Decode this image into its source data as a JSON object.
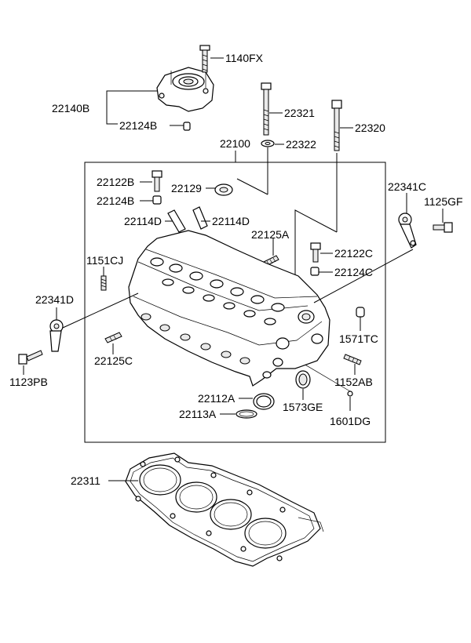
{
  "labels": {
    "p1140FX": "1140FX",
    "p22140B": "22140B",
    "p22124B_top": "22124B",
    "p22321": "22321",
    "p22320": "22320",
    "p22322": "22322",
    "p22100": "22100",
    "p22122B": "22122B",
    "p22129": "22129",
    "p22124B": "22124B",
    "p22341C": "22341C",
    "p1125GF": "1125GF",
    "p22114D_left": "22114D",
    "p22114D_right": "22114D",
    "p22125A": "22125A",
    "p22122C": "22122C",
    "p1151CJ": "1151CJ",
    "p22124C": "22124C",
    "p22341D": "22341D",
    "p1571TC": "1571TC",
    "p22125C": "22125C",
    "p1152AB": "1152AB",
    "p1123PB": "1123PB",
    "p22112A": "22112A",
    "p1573GE": "1573GE",
    "p22113A": "22113A",
    "p1601DG": "1601DG",
    "p22311": "22311"
  }
}
